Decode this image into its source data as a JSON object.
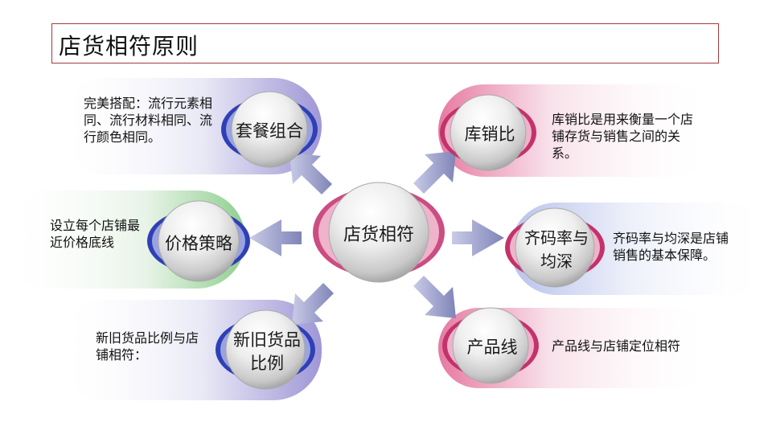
{
  "title": "店货相符原则",
  "center": {
    "label": "店货相符"
  },
  "nodes": [
    {
      "id": "package",
      "label_lines": [
        "套餐组合"
      ],
      "desc": "完美搭配：流行元素相同、流行材料相同、流行颜色相同。"
    },
    {
      "id": "price",
      "label_lines": [
        "价格策略"
      ],
      "desc": "设立每个店铺最近价格底线"
    },
    {
      "id": "old-new",
      "label_lines": [
        "新旧货品",
        "比例"
      ],
      "desc": "新旧货品比例与店铺相符："
    },
    {
      "id": "stock-sales",
      "label_lines": [
        "库销比"
      ],
      "desc": "库销比是用来衡量一个店铺存货与销售之间的关系。"
    },
    {
      "id": "completeness",
      "label_lines": [
        "齐码率与",
        "均深"
      ],
      "desc": "齐码率与均深是店铺销售的基本保障。"
    },
    {
      "id": "product-line",
      "label_lines": [
        "产品线"
      ],
      "desc": "产品线与店铺定位相符"
    }
  ],
  "colors": {
    "title_border": "#a63a3a",
    "arrow": "#8a8fbd",
    "accent_blue": "#2f3fb5",
    "accent_pink": "#c2336b",
    "accent_green": "#7ac27a"
  }
}
